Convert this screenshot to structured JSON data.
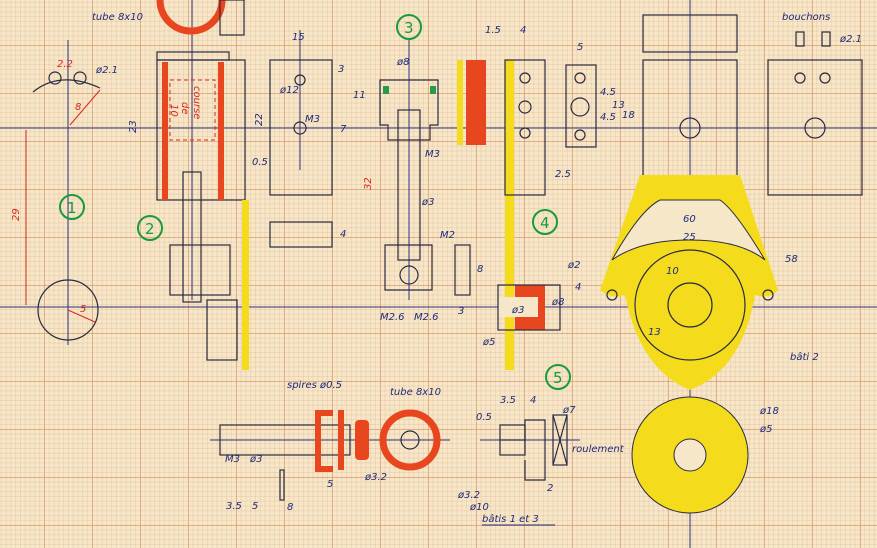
{
  "title": "bâtis 1 et 3",
  "parts": {
    "p1": "1",
    "p2": "2",
    "p3": "3",
    "p4": "4",
    "p5": "5"
  },
  "labels": {
    "tube_top": "tube 8x10",
    "d22": "2.2",
    "d21a": "ø2.1",
    "r8": "8",
    "d29": "29",
    "r5": "5",
    "d23": "23",
    "course_10": "10",
    "course_de": "de",
    "course_word": "course",
    "d22b": "22",
    "d05": "0.5",
    "d15": "15",
    "d3a": "3",
    "phi12": "ø12",
    "m3a": "M3",
    "d11": "11",
    "d7": "7",
    "d4a": "4",
    "phi8a": "ø8",
    "m3b": "M3",
    "d32": "32",
    "phi3a": "ø3",
    "m2": "M2",
    "m26a": "M2.6",
    "m26b": "M2.6",
    "d8a": "8",
    "d3b": "3",
    "d15b": "1.5",
    "d4b": "4",
    "d5a": "5",
    "d45a": "4.5",
    "d45b": "4.5",
    "d13a": "13",
    "d18": "18",
    "d25a": "2.5",
    "bouchons": "bouchons",
    "d21b": "ø2.1",
    "d60": "60",
    "d25": "25",
    "d58": "58",
    "phi2": "ø2",
    "d4c": "4",
    "r10": "10",
    "r13": "13",
    "bati2": "bâti 2",
    "phi3b": "ø3",
    "phi8b": "ø8",
    "phi5a": "ø5",
    "spires": "spires ø0.5",
    "tube_bottom": "tube 8x10",
    "m3c": "M3",
    "phi3c": "ø3",
    "phi32a": "ø3.2",
    "d5b": "5",
    "d35a": "3.5",
    "d5c": "5",
    "d8b": "8",
    "d35b": "3.5",
    "d4d": "4",
    "d05b": "0.5",
    "phi7": "ø7",
    "roulement": "roulement",
    "phi32b": "ø3.2",
    "phi10": "ø10",
    "d2": "2",
    "phi18": "ø18",
    "phi5b": "ø5"
  },
  "colors": {
    "ink": "#1e2a7a",
    "orange": "#e8461e",
    "yellow": "#f4dc1c",
    "green": "#1a9a3a",
    "red": "#d8281c"
  }
}
